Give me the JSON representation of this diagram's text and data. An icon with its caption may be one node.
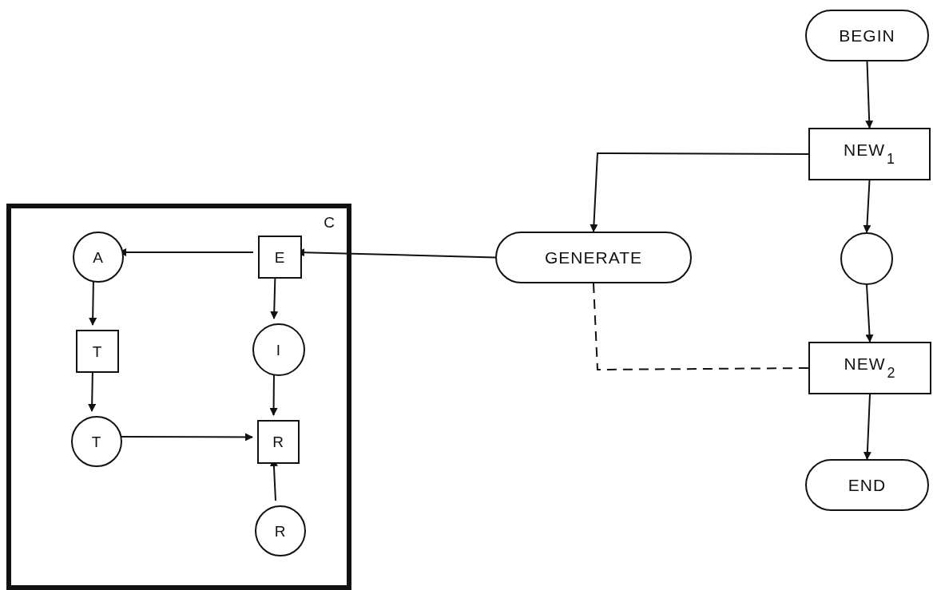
{
  "diagram": {
    "nodes": [
      {
        "text": [
          "BEGIN"
        ]
      },
      {
        "text": [
          "NEW$_{1}$"
        ]
      },
      {
        "text": [
          "C"
        ]
      },
      {
        "text": [
          "A"
        ],
        "in": 2
      },
      {
        "text": [
          "E"
        ],
        "in": 2
      },
      {
        "text": [
          "GENERATE"
        ]
      },
      {
        "text": [],
        "shape": "circle"
      },
      {
        "text": [
          "T"
        ],
        "in": 2
      },
      {
        "text": [
          "I"
        ],
        "in": 2
      },
      {
        "text": [
          "T"
        ],
        "in": 2
      },
      {
        "text": [
          "R"
        ],
        "in": 2
      },
      {
        "text": [
          "NEW$_{2}$"
        ]
      },
      {
        "text": [
          "R"
        ],
        "in": 2
      },
      {
        "text": [
          "END"
        ]
      }
    ],
    "edges": [
      {
        "from": 0,
        "to": 1,
        "arrow": "to"
      },
      {
        "from": 1,
        "to": 5,
        "arrow": "to"
      },
      {
        "from": 1,
        "to": 6,
        "arrow": "to"
      },
      {
        "from": 6,
        "to": 11,
        "arrow": "to"
      },
      {
        "from": 11,
        "to": 13,
        "arrow": "to"
      },
      {
        "from": 5,
        "to": 4,
        "arrow": "to"
      },
      {
        "from": 5,
        "to": 11,
        "arrow": "none",
        "style": "dashed"
      },
      {
        "from": 4,
        "to": 3,
        "arrow": "to"
      },
      {
        "from": 4,
        "to": 8,
        "arrow": "to"
      },
      {
        "from": 3,
        "to": 7,
        "arrow": "to"
      },
      {
        "from": 7,
        "to": 9,
        "arrow": "to"
      },
      {
        "from": 9,
        "to": 10,
        "arrow": "to"
      },
      {
        "from": 8,
        "to": 10,
        "arrow": "to"
      },
      {
        "from": 12,
        "to": 10,
        "arrow": "to"
      }
    ]
  }
}
